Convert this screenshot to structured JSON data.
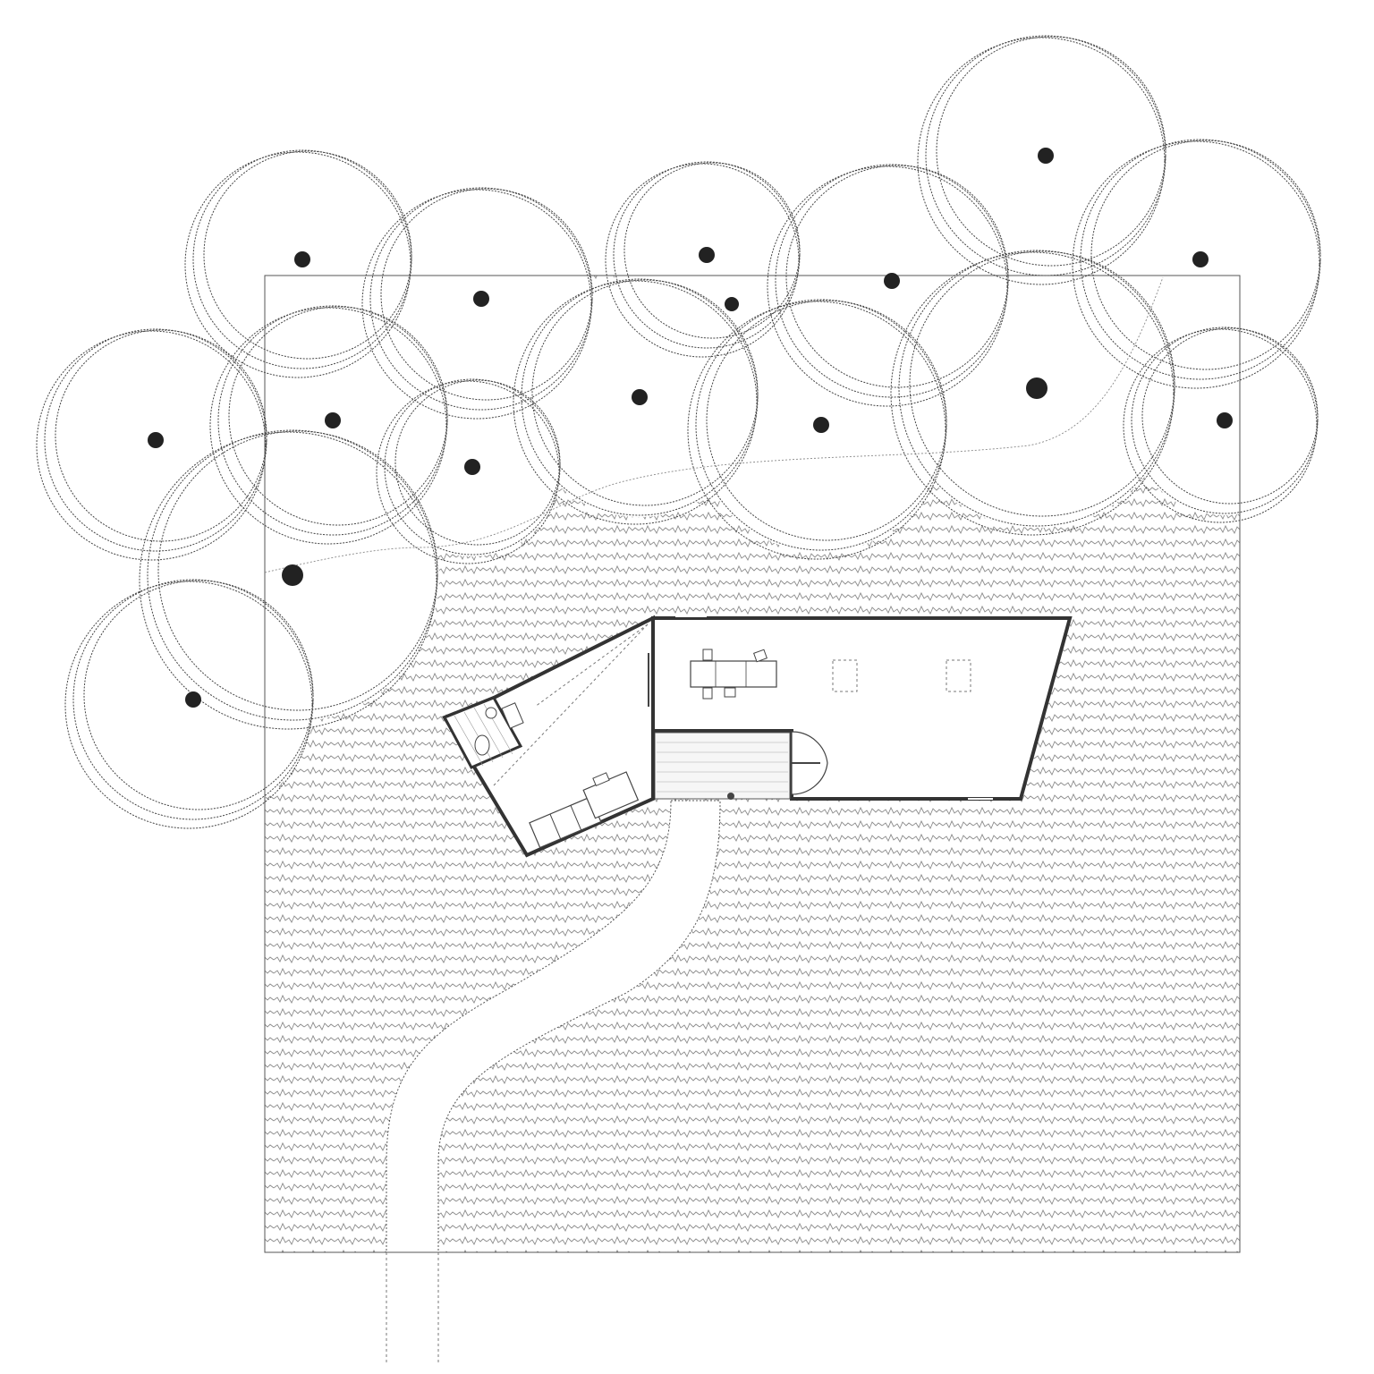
{
  "drawing": {
    "kind": "site-plan",
    "colors": {
      "background": "#ffffff",
      "ink": "#333333",
      "trunk": "#222222",
      "hatch": "#888888"
    },
    "trees": [
      {
        "name": "tree-1"
      },
      {
        "name": "tree-2"
      },
      {
        "name": "tree-3"
      },
      {
        "name": "tree-4"
      },
      {
        "name": "tree-5"
      },
      {
        "name": "tree-6"
      },
      {
        "name": "tree-7"
      },
      {
        "name": "tree-8"
      },
      {
        "name": "tree-9"
      },
      {
        "name": "tree-10"
      },
      {
        "name": "tree-11"
      },
      {
        "name": "tree-12"
      },
      {
        "name": "tree-13"
      },
      {
        "name": "tree-14"
      },
      {
        "name": "tree-15"
      },
      {
        "name": "tree-16"
      },
      {
        "name": "tree-17"
      },
      {
        "name": "tree-18"
      }
    ],
    "elements": [
      "site-boundary",
      "meadow-hatch",
      "footpath",
      "building",
      "bathroom",
      "dining-table",
      "sofa",
      "desk",
      "entry-deck",
      "skylights"
    ]
  }
}
